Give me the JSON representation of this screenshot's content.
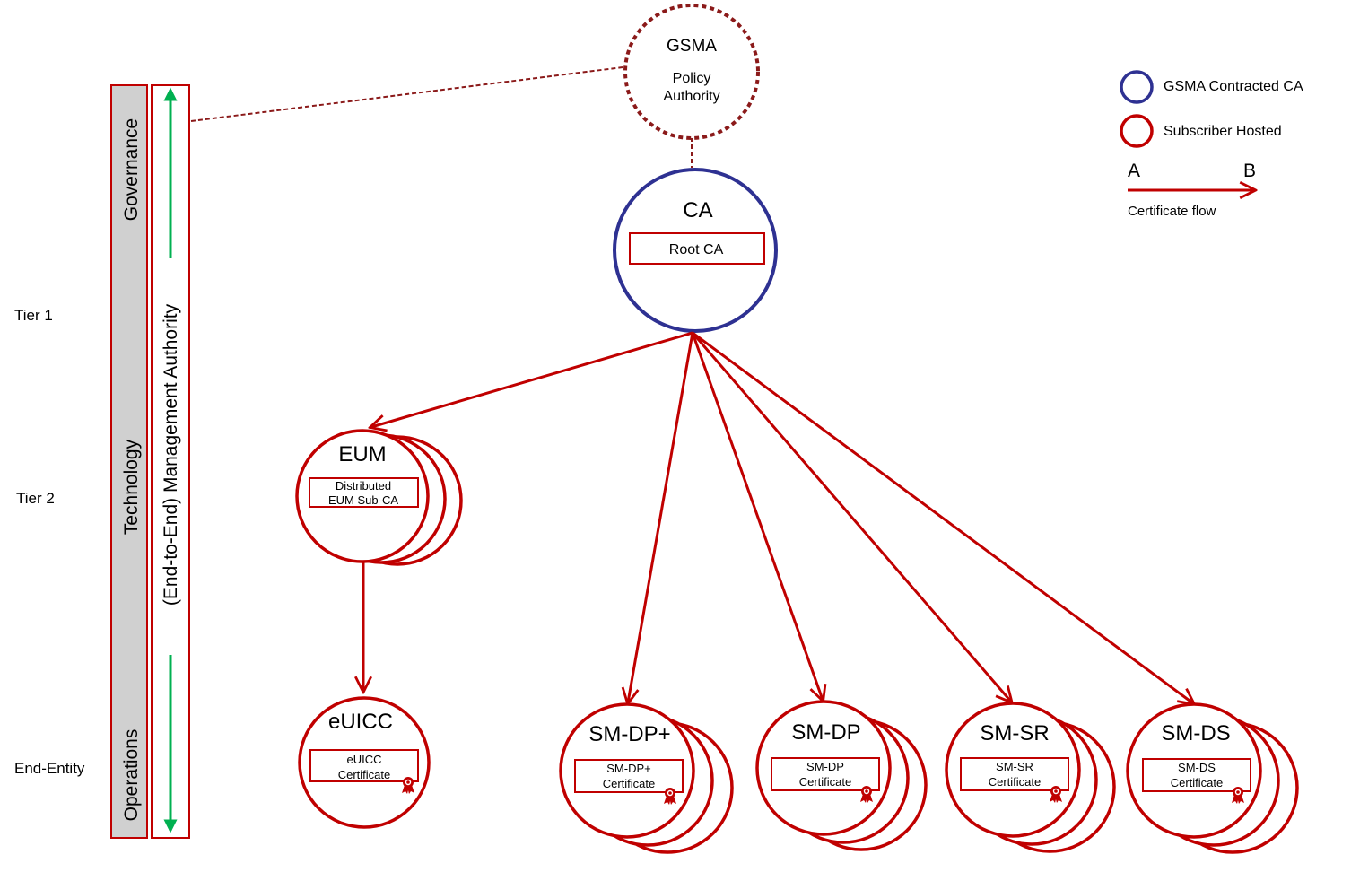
{
  "tiers": {
    "tier1": "Tier 1",
    "tier2": "Tier 2",
    "end_entity": "End-Entity"
  },
  "side_bar": {
    "governance": "Governance",
    "technology": "Technology",
    "operations": "Operations",
    "management_authority": "(End-to-End) Management Authority"
  },
  "policy_authority": {
    "title": "GSMA",
    "line1": "Policy",
    "line2": "Authority"
  },
  "root": {
    "title": "CA",
    "box": "Root CA"
  },
  "eum": {
    "title": "EUM",
    "box_line1": "Distributed",
    "box_line2": "EUM Sub-CA"
  },
  "euicc": {
    "title": "eUICC",
    "box_line1": "eUICC",
    "box_line2": "Certificate"
  },
  "smdpplus": {
    "title": "SM-DP+",
    "box_line1": "SM-DP+",
    "box_line2": "Certificate"
  },
  "smdp": {
    "title": "SM-DP",
    "box_line1": "SM-DP",
    "box_line2": "Certificate"
  },
  "smsr": {
    "title": "SM-SR",
    "box_line1": "SM-SR",
    "box_line2": "Certificate"
  },
  "smds": {
    "title": "SM-DS",
    "box_line1": "SM-DS",
    "box_line2": "Certificate"
  },
  "legend": {
    "contracted": "GSMA  Contracted  CA",
    "hosted": "Subscriber Hosted",
    "a": "A",
    "b": "B",
    "flow": "Certificate flow"
  },
  "colors": {
    "red": "#c00000",
    "dark_red": "#8b1a1a",
    "blue": "#2e3192",
    "green": "#00b050",
    "gray": "#d0d0d0"
  },
  "icons": {
    "certificate": "ribbon-seal-icon",
    "arrow": "arrow-icon"
  }
}
